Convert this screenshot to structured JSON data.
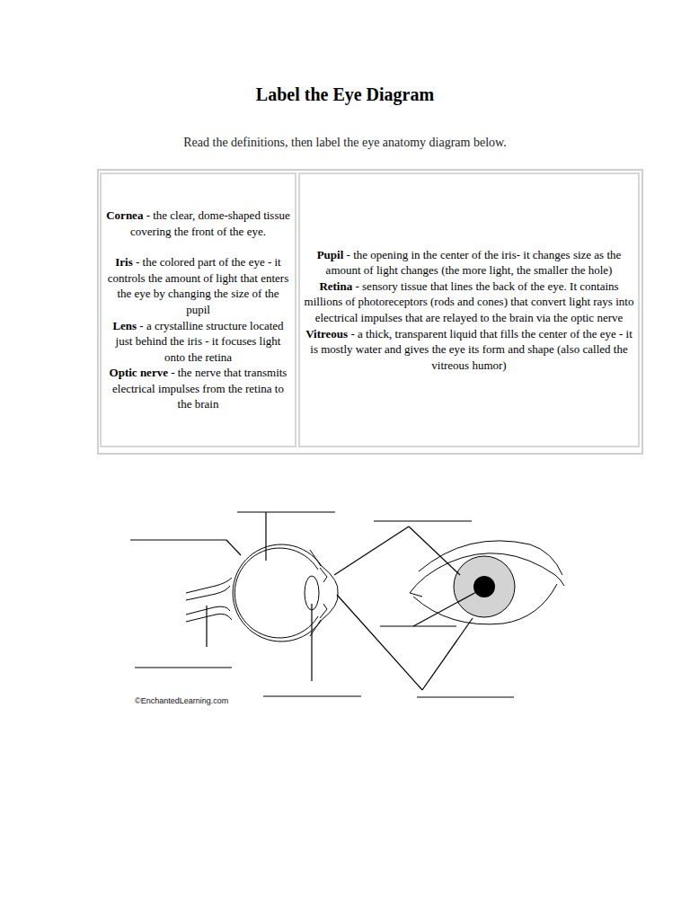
{
  "diagram": {
    "title": "Label the Eye Diagram",
    "labels": [
      "Read the definitions, then label the eye anatomy diagram below.",
      "Cornea",
      "- the clear, dome-shaped tissue covering the front of the eye.",
      "Iris",
      "- the colored part of the eye - it controls the amount of light that enters the eye by changing the size of the pupil",
      "Lens",
      "- a crystalline structure located just behind the iris - it focuses light onto the retina",
      "Optic nerve",
      "- the nerve that transmits electrical impulses from the retina to the brain",
      "Pupil",
      "- the opening in the center of the iris- it changes size as the amount of light changes (the more light, the smaller the hole)",
      "Retina",
      "- sensory tissue that lines the back of the eye. It contains millions of photoreceptors (rods and cones) that convert light rays into electrical impulses that are relayed to the brain via the optic nerve",
      "Vitreous",
      "- a thick, transparent liquid that fills the center of the eye - it is mostly water and gives the eye its form and shape (also called the vitreous humor)",
      "©EnchantedLearning.com"
    ]
  }
}
